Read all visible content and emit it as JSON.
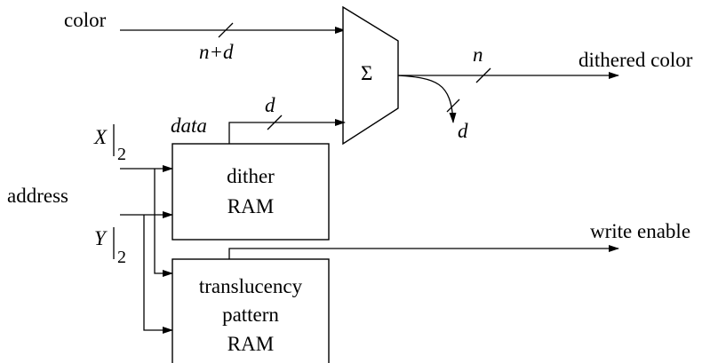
{
  "inputs": {
    "color": "color",
    "address": "address",
    "x_var": "X",
    "y_var": "Y",
    "x_sub": "2",
    "y_sub": "2"
  },
  "buses": {
    "n_plus_d": "n+d",
    "d_data": "d",
    "n_out": "n",
    "d_out": "d",
    "data": "data"
  },
  "blocks": {
    "adder": "Σ",
    "dither_ram": [
      "dither",
      "RAM"
    ],
    "translucency_ram": [
      "translucency",
      "pattern",
      "RAM"
    ]
  },
  "outputs": {
    "dithered_color": "dithered color",
    "write_enable": "write enable"
  }
}
